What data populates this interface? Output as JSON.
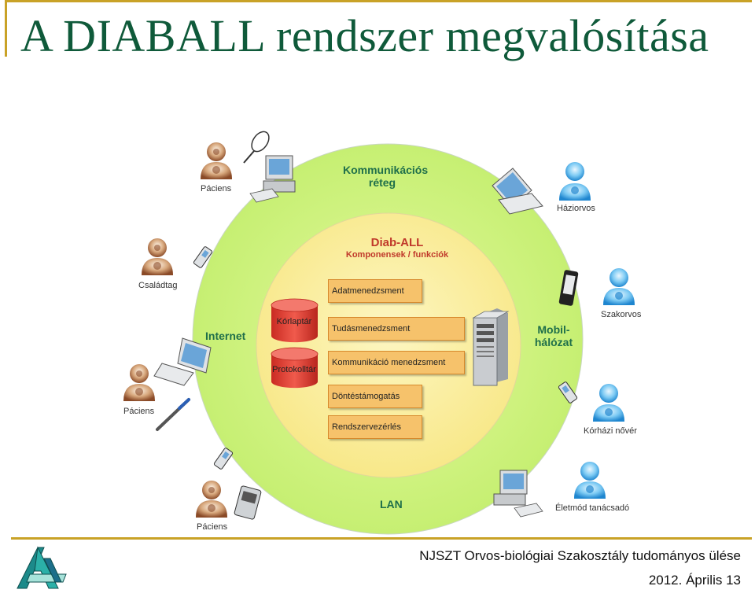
{
  "slide": {
    "title": "A DIABALL rendszer megvalósítása"
  },
  "diagram": {
    "core": {
      "title": "Diab-ALL",
      "subtitle": "Komponensek / funkciók",
      "databases": [
        "Kórlaptár",
        "Protokolltár"
      ],
      "functions": [
        "Adatmenedzsment",
        "Tudásmenedzsment",
        "Kommunikáció menedzsment",
        "Döntéstámogatás",
        "Rendszervezérlés"
      ]
    },
    "layers": {
      "communication": [
        "Kommunikációs",
        "réteg"
      ],
      "internet": "Internet",
      "mobile": [
        "Mobil-",
        "hálózat"
      ],
      "lan": "LAN"
    },
    "actors": {
      "patient_top": "Páciens",
      "family_member": "Családtag",
      "patient_left": "Páciens",
      "patient_bottom": "Páciens",
      "gp": "Háziorvos",
      "specialist": "Szakorvos",
      "nurse": "Kórházi nővér",
      "advisor": "Életmód tanácsadó"
    },
    "colors": {
      "outer_ring": "#cdf37f",
      "inner_disc": "#fbf0a3",
      "func_box": "#f6c26b",
      "database": "#e7453b",
      "layer_text": "#1f6f4a",
      "core_text": "#c0392b"
    }
  },
  "footer": {
    "event": "NJSZT Orvos-biológiai Szakosztály tudományos ülése",
    "date": "2012. Április 13"
  }
}
